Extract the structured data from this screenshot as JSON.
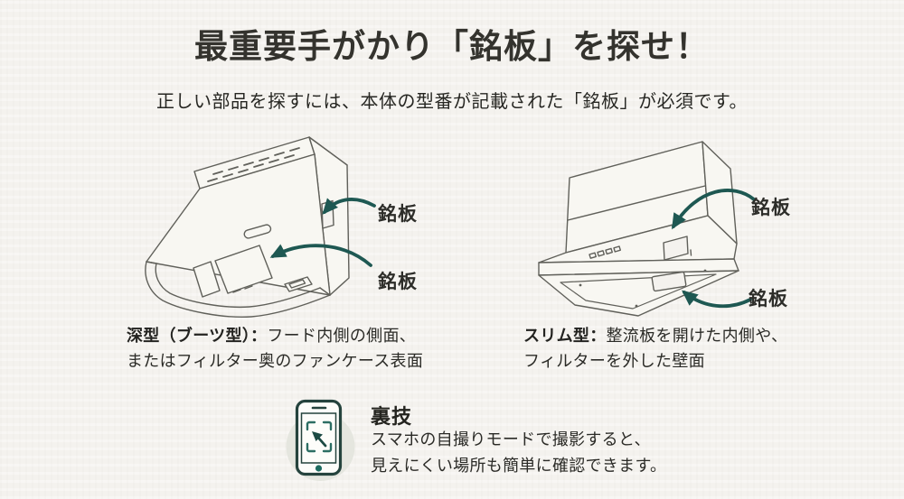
{
  "header": {
    "title": "最重要手がかり「銘板」を探せ！",
    "subtitle": "正しい部品を探すには、本体の型番が記載された「銘板」が必須です。"
  },
  "figures": {
    "left": {
      "illustration": "deep-boots-type-range-hood-line-drawing",
      "labels": {
        "upper": "銘板",
        "lower": "銘板"
      },
      "caption": {
        "type_bold": "深型（ブーツ型）：",
        "line1_rest": "フード内側の側面、",
        "line2": "またはフィルター奥のファンケース表面"
      }
    },
    "right": {
      "illustration": "slim-type-range-hood-line-drawing",
      "labels": {
        "upper": "銘板",
        "lower": "銘板"
      },
      "caption": {
        "type_bold": "スリム型：",
        "line1_rest": "整流板を開けた内側や、",
        "line2": "フィルターを外した壁面"
      }
    }
  },
  "tip": {
    "heading": "裏技",
    "line1": "スマホの自撮りモードで撮影すると、",
    "line2": "見えにくい場所も簡単に確認できます。",
    "icon": "smartphone-selfie-mode-icon"
  },
  "colors": {
    "background": "#f4f2ee",
    "arrow_teal": "#1e5852",
    "line_art_gray": "#60605a",
    "text_dark": "#2b2b27",
    "phone_outline": "#25433d",
    "phone_accent": "#2c6e63",
    "circle_behind_phone": "#e5e6df"
  }
}
